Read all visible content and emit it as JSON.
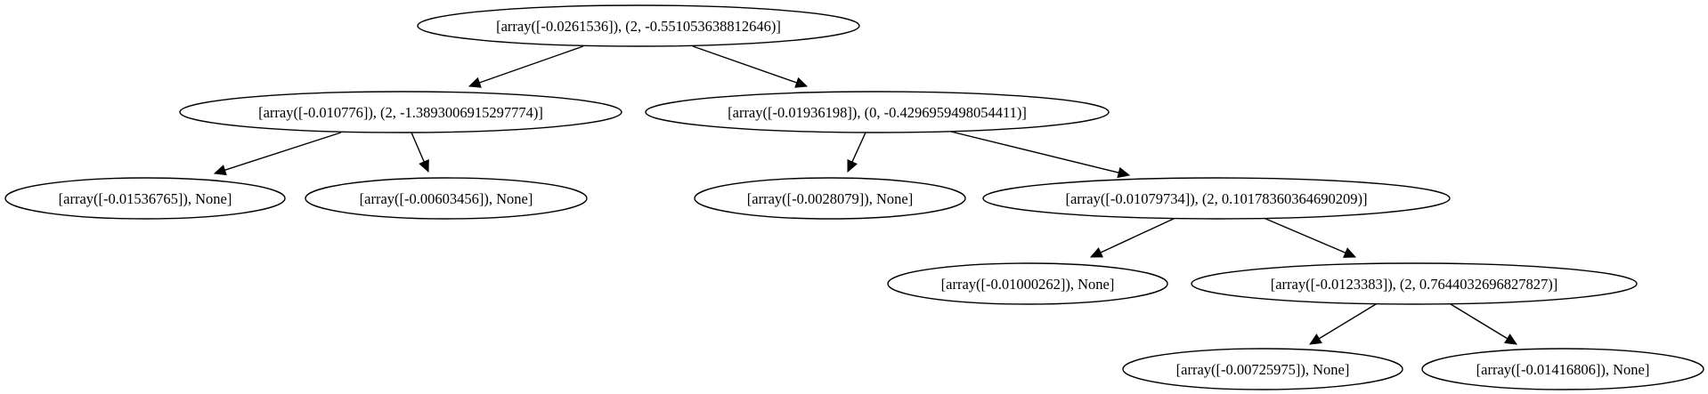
{
  "tree": {
    "nodes": [
      {
        "id": "n0",
        "label": "[array([-0.0261536]), (2, -0.551053638812646)]"
      },
      {
        "id": "n1",
        "label": "[array([-0.010776]), (2, -1.3893006915297774)]"
      },
      {
        "id": "n2",
        "label": "[array([-0.01936198]), (0, -0.4296959498054411)]"
      },
      {
        "id": "n3",
        "label": "[array([-0.01536765]), None]"
      },
      {
        "id": "n4",
        "label": "[array([-0.00603456]), None]"
      },
      {
        "id": "n5",
        "label": "[array([-0.0028079]), None]"
      },
      {
        "id": "n6",
        "label": "[array([-0.01079734]), (2, 0.10178360364690209)]"
      },
      {
        "id": "n7",
        "label": "[array([-0.01000262]), None]"
      },
      {
        "id": "n8",
        "label": "[array([-0.0123383]), (2, 0.7644032696827827)]"
      },
      {
        "id": "n9",
        "label": "[array([-0.00725975]), None]"
      },
      {
        "id": "n10",
        "label": "[array([-0.01416806]), None]"
      }
    ],
    "edges": [
      {
        "from": "n0",
        "to": "n1"
      },
      {
        "from": "n0",
        "to": "n2"
      },
      {
        "from": "n1",
        "to": "n3"
      },
      {
        "from": "n1",
        "to": "n4"
      },
      {
        "from": "n2",
        "to": "n5"
      },
      {
        "from": "n2",
        "to": "n6"
      },
      {
        "from": "n6",
        "to": "n7"
      },
      {
        "from": "n6",
        "to": "n8"
      },
      {
        "from": "n8",
        "to": "n9"
      },
      {
        "from": "n8",
        "to": "n10"
      }
    ]
  }
}
